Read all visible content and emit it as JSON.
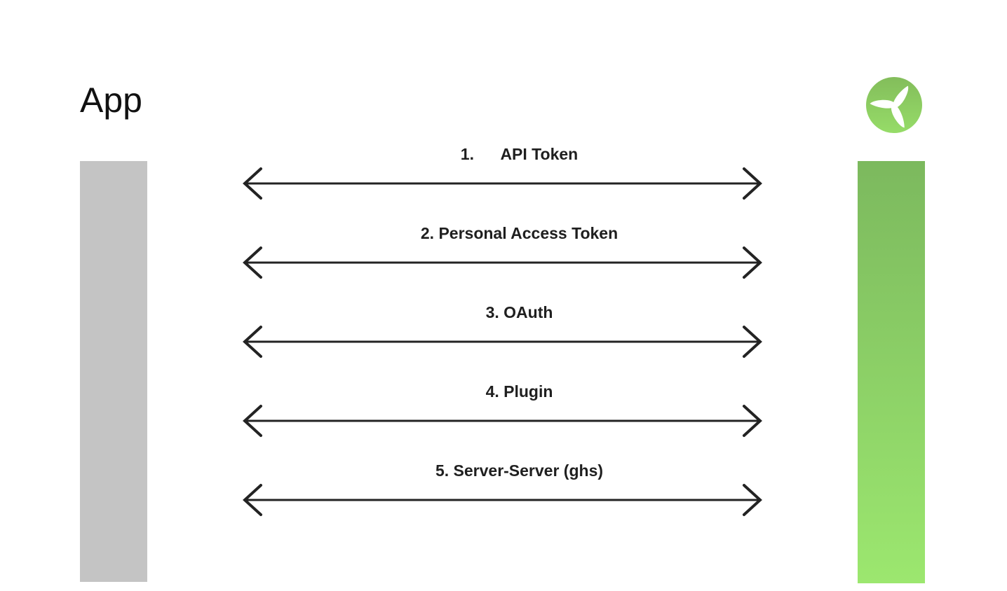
{
  "app": {
    "title": "App"
  },
  "logo": {
    "name": "turbine-logo"
  },
  "connections": [
    {
      "label": "1.      API Token"
    },
    {
      "label": "2. Personal Access Token"
    },
    {
      "label": "3. OAuth"
    },
    {
      "label": "4. Plugin"
    },
    {
      "label": "5. Server-Server (ghs)"
    }
  ],
  "colors": {
    "background": "#ffffff",
    "text": "#111111",
    "label": "#1f1f1f",
    "arrow": "#232323",
    "left-bar": "#c4c4c4",
    "right-bar-top": "#7cb95e",
    "right-bar-bottom": "#9ce76f",
    "logo-top": "#83bd5b",
    "logo-bottom": "#96dc68"
  }
}
